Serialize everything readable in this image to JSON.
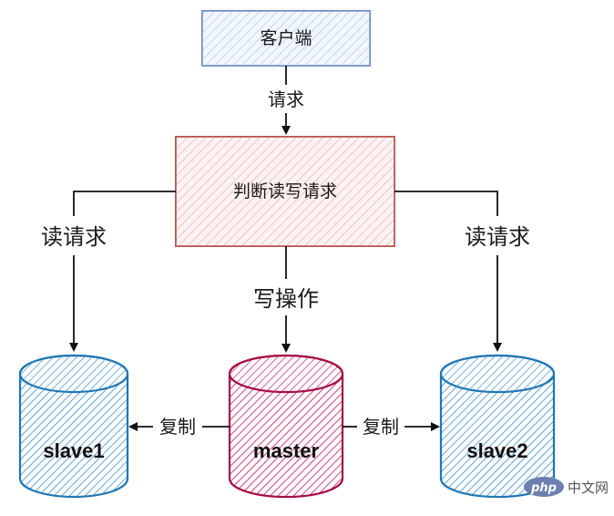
{
  "nodes": {
    "client": {
      "label": "客户端",
      "fill": "#dae8fc",
      "stroke": "#6c8ebf"
    },
    "judge": {
      "label": "判断读写请求",
      "fill": "#f8cecc",
      "stroke": "#b85450"
    },
    "slave1": {
      "label": "slave1",
      "stroke": "#1f77b4"
    },
    "master": {
      "label": "master",
      "stroke": "#a50e47"
    },
    "slave2": {
      "label": "slave2",
      "stroke": "#1f77b4"
    }
  },
  "edges": {
    "request": "请求",
    "read_left": "读请求",
    "read_right": "读请求",
    "write": "写操作",
    "replicate_left": "复制",
    "replicate_right": "复制"
  },
  "watermark": {
    "logo": "php",
    "text": "中文网"
  }
}
